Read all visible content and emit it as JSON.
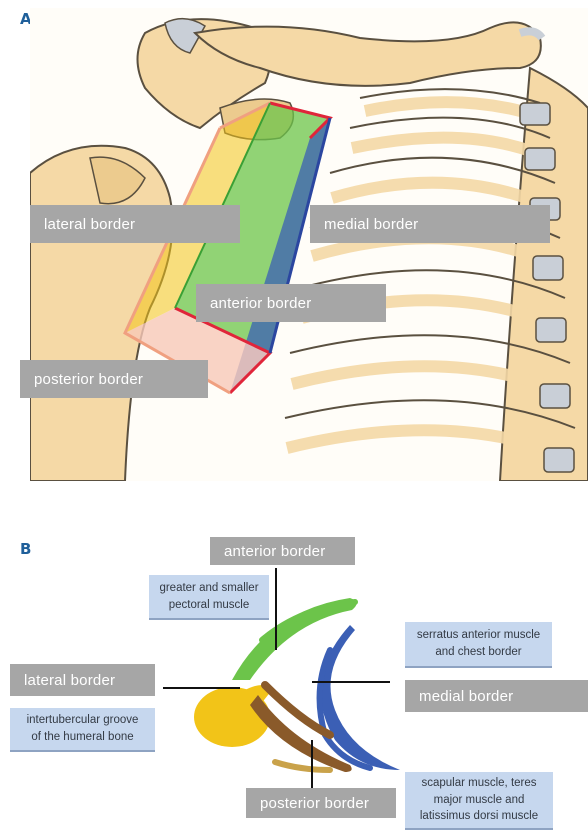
{
  "panel_a": {
    "letter": "A",
    "labels": {
      "lateral": "lateral border",
      "medial": "medial border",
      "anterior": "anterior border",
      "posterior": "posterior border"
    }
  },
  "panel_b": {
    "letter": "B",
    "labels": {
      "anterior": "anterior border",
      "lateral": "lateral border",
      "medial": "medial border",
      "posterior": "posterior border"
    },
    "muscles": {
      "anterior": "greater and smaller\npectoral muscle",
      "lateral": "intertubercular groove\nof the humeral bone",
      "medial": "serratus anterior muscle\nand chest border",
      "posterior": "scapular muscle, teres\nmajor muscle and\nlatissimus dorsi muscle"
    }
  },
  "colors": {
    "bone": "#f5d9a6",
    "bone_outline": "#5a5040",
    "cartilage": "#c9cfd7",
    "green": "#6cc44a",
    "blue": "#3b5fb5",
    "yellow": "#f2c418",
    "brown": "#8a5a2a",
    "red": "#e0253a",
    "label_gray": "#a6a6a6",
    "label_blue": "#c6d7ee"
  }
}
